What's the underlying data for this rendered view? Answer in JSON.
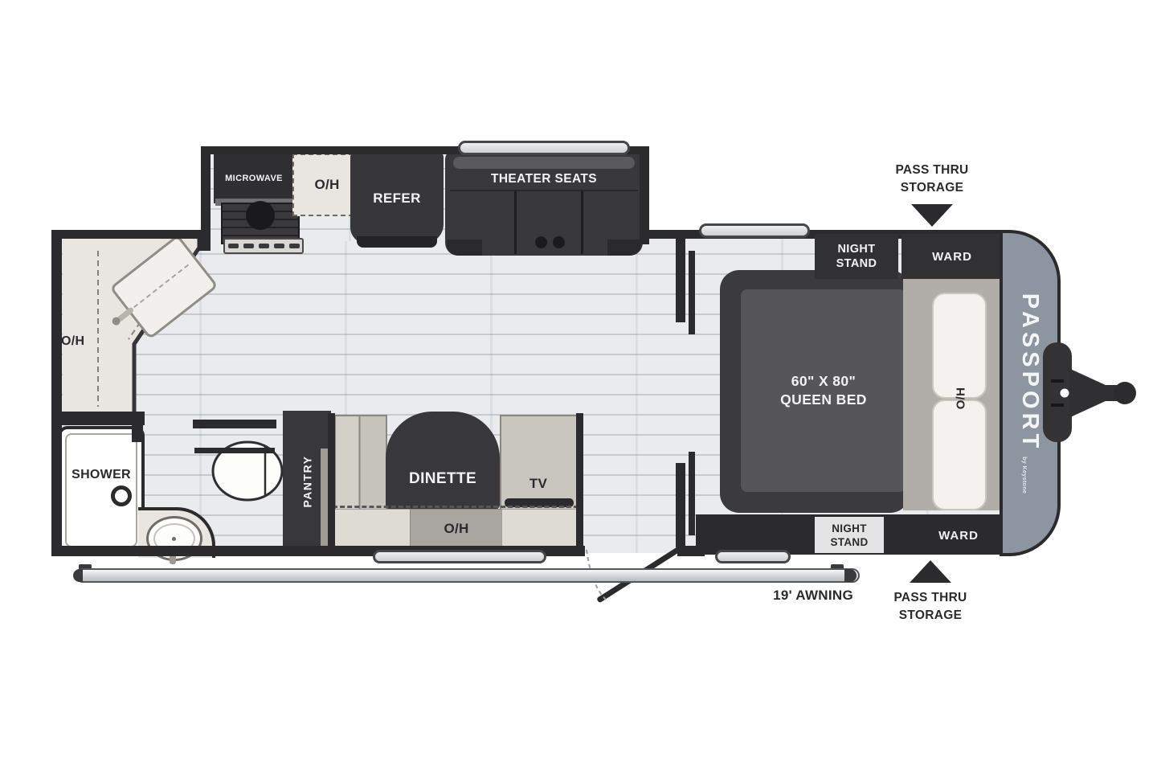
{
  "exterior": {
    "brand": "PASSPORT",
    "brand_sub": "by Keystone",
    "awning_label": "19' AWNING",
    "pass_thru_top": {
      "line1": "PASS THRU",
      "line2": "STORAGE"
    },
    "pass_thru_bottom": {
      "line1": "PASS THRU",
      "line2": "STORAGE"
    }
  },
  "kitchen": {
    "microwave": "MICROWAVE",
    "overhead": "O/H",
    "refrigerator": "REFER",
    "theater_seats": "THEATER SEATS"
  },
  "bath": {
    "overhead": "O/H",
    "shower": "SHOWER"
  },
  "living": {
    "pantry": "PANTRY",
    "dinette": "DINETTE",
    "tv": "TV",
    "overhead": "O/H"
  },
  "bedroom": {
    "night_stand_top": {
      "line1": "NIGHT",
      "line2": "STAND"
    },
    "ward_top": "WARD",
    "night_stand_bottom": {
      "line1": "NIGHT",
      "line2": "STAND"
    },
    "ward_bottom": "WARD",
    "bed_size": "60\" X 80\"",
    "bed_type": "QUEEN BED",
    "overhead": "O/H"
  },
  "colors": {
    "wall": "#2b2b2e",
    "furn": "#38383b",
    "floor": "#e9ebed",
    "counter": "#e9e5e0",
    "bench": "#cbc7c1",
    "ohgray": "#a9a6a1",
    "cap": "#8c95a0",
    "headboard": "#b1ada8",
    "bedinner": "#56565a",
    "label": "#2b2b2d",
    "window": "#cdd0d2"
  }
}
